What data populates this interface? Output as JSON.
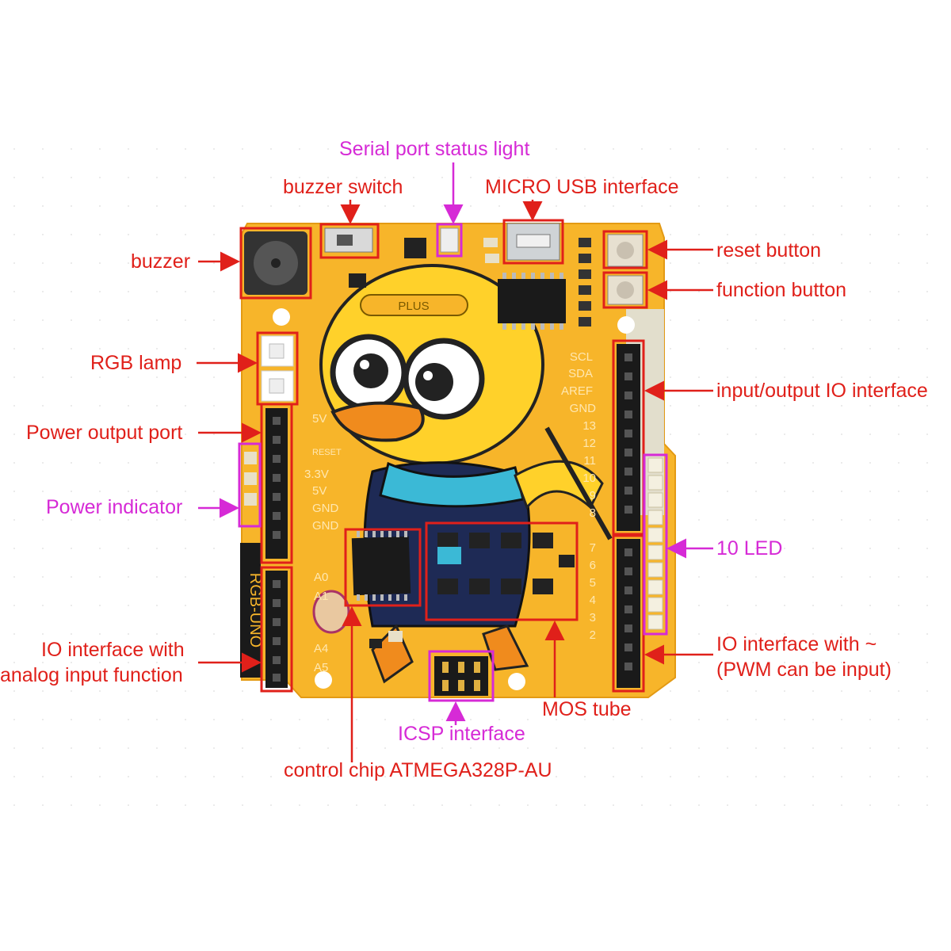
{
  "board": {
    "silk_brand": "PLUS",
    "silk_model": "RGB-UNO",
    "pins_power": [
      "5V",
      "RESET",
      "3.3V",
      "5V",
      "GND",
      "GND"
    ],
    "pins_analog": [
      "A0",
      "A1",
      "A4",
      "A5"
    ],
    "pins_digital": [
      "SCL",
      "SDA",
      "AREF",
      "GND",
      "13",
      "12",
      "11",
      "10",
      "9",
      "8",
      "7",
      "6",
      "5",
      "4",
      "3",
      "2"
    ]
  },
  "labels": {
    "serial_light": "Serial port status light",
    "buzzer_switch": "buzzer switch",
    "micro_usb": "MICRO USB interface",
    "buzzer": "buzzer",
    "reset_button": "reset button",
    "function_button": "function button",
    "rgb_lamp": "RGB  lamp",
    "power_output": "Power output port",
    "io_interface": "input/output IO interface",
    "power_indicator": "Power indicator",
    "led10": "10  LED",
    "analog_line1": "IO interface with",
    "analog_line2": "analog input function",
    "pwm_line1": "IO interface with ~",
    "pwm_line2": "(PWM can be input)",
    "mos_tube": "MOS tube",
    "icsp": "ICSP interface",
    "control_chip": "control chip  ATMEGA328P-AU"
  },
  "colors": {
    "board": "#f7b52a",
    "annotation_red": "#e0201a",
    "annotation_magenta": "#d62ad6",
    "header_black": "#1a1a1a"
  }
}
